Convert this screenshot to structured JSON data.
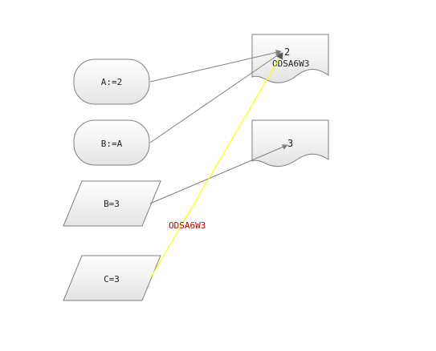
{
  "diagram": {
    "nodes": {
      "a_assign": {
        "label": "A:=2"
      },
      "b_assign": {
        "label": "B:=A"
      },
      "b_equals": {
        "label": "B=3"
      },
      "c_equals": {
        "label": "C=3"
      },
      "doc_top": {
        "value": "2",
        "caption": "ODSA6W3"
      },
      "doc_bottom": {
        "value": "3"
      }
    },
    "connector_label": "ODSA6W3",
    "colors": {
      "shape_stroke": "#7f7f7f",
      "shape_fill_top": "#ffffff",
      "shape_fill_bottom": "#e6e6e6",
      "arrow": "#808080",
      "highlight_arrow": "#ffff00",
      "connector_label": "#c00000",
      "text": "#222222"
    }
  }
}
